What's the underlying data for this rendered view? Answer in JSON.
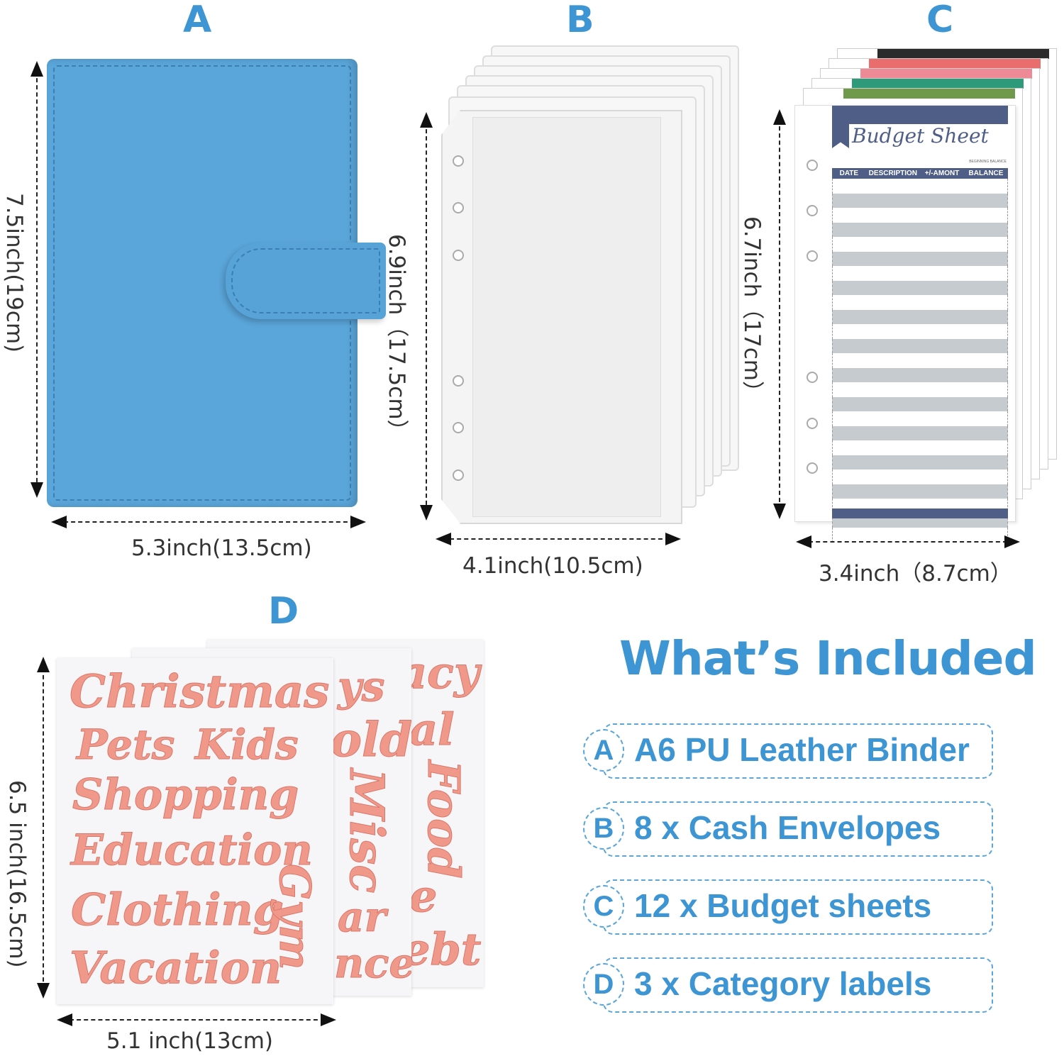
{
  "sections": {
    "a": {
      "letter": "A",
      "height_label": "7.5inch(19cm)",
      "width_label": "5.3inch(13.5cm)",
      "color": "#5aa5d9"
    },
    "b": {
      "letter": "B",
      "height_label": "6.9inch（17.5cm）",
      "width_label": "4.1inch(10.5cm)"
    },
    "c": {
      "letter": "C",
      "height_label": "6.7inch（17cm）",
      "width_label": "3.4inch（8.7cm）",
      "sheet": {
        "title": "Budget Sheet",
        "beginning_balance": "BEGINNING BALANCE",
        "columns": [
          "DATE",
          "DESCRIPTION",
          "+/-AMONT",
          "BALANCE"
        ]
      },
      "tab_colors": [
        "#2b2b2b",
        "#e96d6d",
        "#ee8a96",
        "#2f9a7a",
        "#6f9a4c",
        "#4e5e86"
      ]
    },
    "d": {
      "letter": "D",
      "height_label": "6.5 inch(16.5cm)",
      "width_label": "5.1 inch(13cm)",
      "front_labels": [
        "Christmas",
        "Pets",
        "Kids",
        "Shopping",
        "Education",
        "Clothing",
        "Gym",
        "Vacation"
      ],
      "middle_labels": [
        "ys",
        "old",
        "Misc",
        "ar",
        "nce"
      ],
      "back_labels": [
        "acy",
        "al",
        "Food",
        "e",
        "ebt"
      ]
    }
  },
  "included": {
    "title": "What’s Included",
    "items": [
      {
        "letter": "A",
        "text": "A6 PU  Leather Binder"
      },
      {
        "letter": "B",
        "text": "8 x  Cash Envelopes"
      },
      {
        "letter": "C",
        "text": "12 x Budget sheets"
      },
      {
        "letter": "D",
        "text": "3 x  Category labels"
      }
    ]
  }
}
